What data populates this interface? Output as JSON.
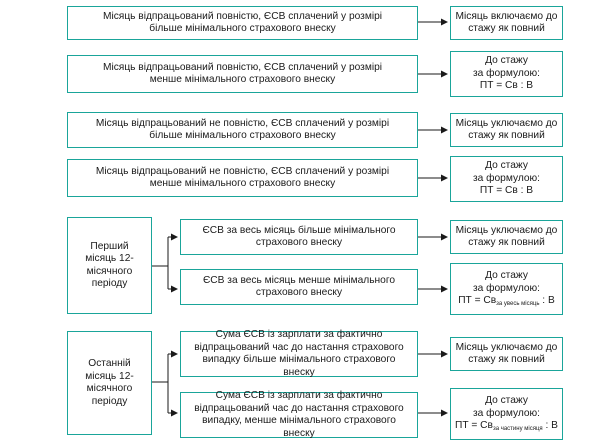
{
  "rows": [
    {
      "condition": "Місяць відпрацьований повністю, ЄСВ сплачений у розмірі більше мінімального страхового внеску",
      "result": "Місяць включаємо до стажу як повний"
    },
    {
      "condition": "Місяць відпрацьований повністю, ЄСВ сплачений у розмірі менше мінімального страхового внеску",
      "result_lines": [
        "До стажу",
        "за формулою:",
        "ПТ = Св : В"
      ]
    },
    {
      "condition": "Місяць відпрацьований не повністю, ЄСВ сплачений у розмірі більше мінімального страхового внеску",
      "result": "Місяць уключаємо до стажу як повний"
    },
    {
      "condition": "Місяць відпрацьований не повністю, ЄСВ сплачений у розмірі менше мінімального страхового внеску",
      "result_lines": [
        "До стажу",
        "за формулою:",
        "ПТ = Св : В"
      ]
    }
  ],
  "first_month": {
    "label": "Перший місяць 12-місячного періоду",
    "cond_more": "ЄСВ за весь місяць більше мінімального страхового внеску",
    "result_more": "Місяць уключаємо до стажу як повний",
    "cond_less": "ЄСВ за весь місяць менше мінімального страхового внеску",
    "result_less_lines": [
      "До стажу",
      "за формулою:"
    ],
    "formula_prefix": "ПТ = Св",
    "formula_sub": "за увесь місяць",
    "formula_suffix": " : В"
  },
  "last_month": {
    "label": "Останній місяць 12-місячного періоду",
    "cond_more": "Сума ЄСВ із зарплати за фактично відпрацьований час до настання страхового випадку більше мінімального страхового внеску",
    "result_more": "Місяць уключаємо до стажу як повний",
    "cond_less": "Сума ЄСВ із зарплати за фактично відпрацьований час до настання страхового випадку, менше мінімального страхового внеску",
    "result_less_lines": [
      "До стажу",
      "за формулою:"
    ],
    "formula_prefix": "ПТ = Св",
    "formula_sub": "за частину місяця",
    "formula_suffix": " : В"
  },
  "colors": {
    "border": "#1aa59a",
    "arrow": "#1a1a1a"
  }
}
